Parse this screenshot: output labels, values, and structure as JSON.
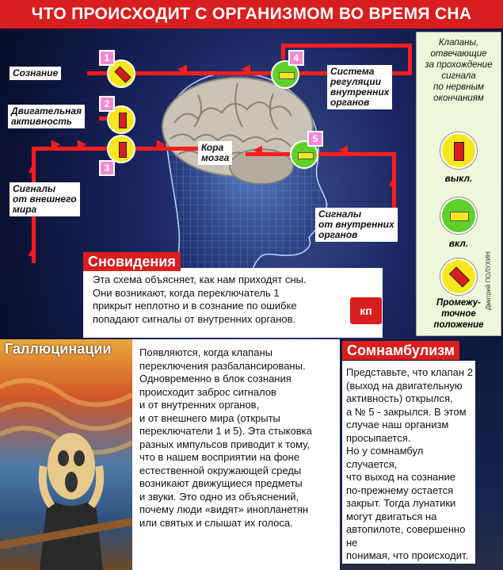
{
  "title": "ЧТО ПРОИСХОДИТ С ОРГАНИЗМОМ ВО ВРЕМЯ СНА",
  "labels": {
    "consciousness": "Сознание",
    "motor": "Двигательная\nактивность",
    "external": "Сигналы\nот внешнего\nмира",
    "cortex": "Кора\nмозга",
    "regulation": "Система\nрегуляции\nвнутренних\nорганов",
    "internal": "Сигналы\nот внутренних\nорганов"
  },
  "switches": [
    "1",
    "2",
    "3",
    "4",
    "5"
  ],
  "legend": {
    "heading": "Клапаны,\nотвечающие\nза прохождение\nсигнала\nпо нервным\nокончаниям",
    "off": "выкл.",
    "on": "вкл.",
    "mid": "Промежу-\nточное\nположение",
    "credit": "Дмитрий ПОЛУХИН"
  },
  "dreams": {
    "heading": "Сновидения",
    "text": "Эта схема объясняет, как нам приходят сны.\nОни возникают, когда переключатель 1\nприкрыт неплотно и в сознание по ошибке\nпопадают сигналы от внутренних органов."
  },
  "logo": "кп",
  "hallucinations": {
    "heading": "Галлюцинации",
    "text": "Появляются, когда клапаны\nпереключения разбалансированы.\nОдновременно в блок сознания\nпроисходит заброс сигналов\nи от внутренних органов,\n и от внешнего мира (открыты\nпереключатели 1 и 5). Эта стыковка\nразных импульсов приводит к тому,\nчто в нашем восприятии на фоне\nестественной окружающей среды\nвозникают движущиеся предметы\nи звуки. Это одно из объяснений,\nпочему люди «видят» инопланетян\nили святых и слышат их голоса."
  },
  "somnambulism": {
    "heading": "Сомнамбулизм",
    "text": "Представьте, что клапан 2\n(выход на двигательную\nактивность) открылся,\nа № 5 - закрылся. В этом\nслучае наш организм\nпросыпается.\nНо у сомнамбул случается,\nчто выход на сознание\nпо-прежнему остается\nзакрыт. Тогда лунатики\nмогут двигаться на\nавтопилоте, совершенно не\nпонимая, что происходит."
  },
  "colors": {
    "accent": "#d81e1e",
    "on": "#5fd12b",
    "off": "#f8e71c",
    "legend_bg": "#eef7d9"
  }
}
